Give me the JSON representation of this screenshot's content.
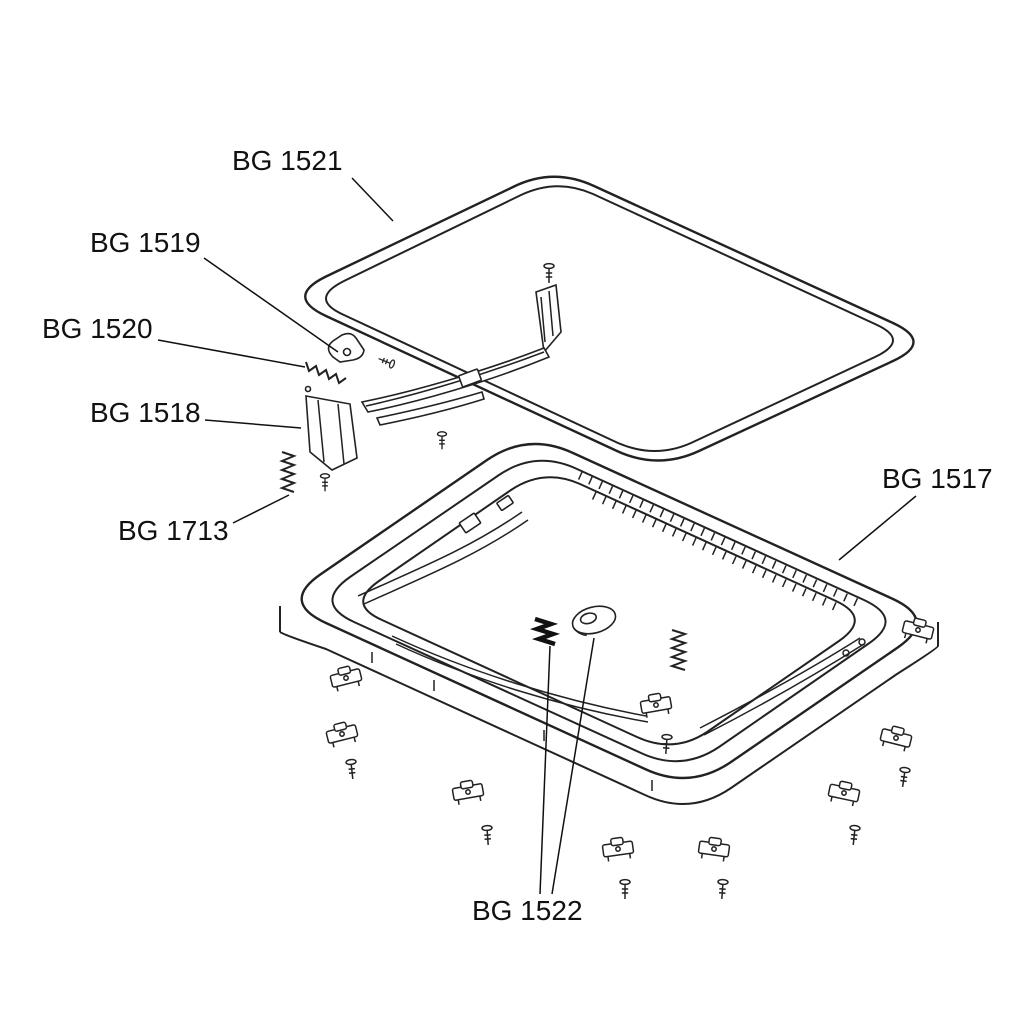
{
  "page": {
    "background": "#ffffff",
    "line_color": "#222222",
    "text_color": "#111111"
  },
  "diagram": {
    "type": "exploded-parts-diagram",
    "subject": "rooflight-window-assembly",
    "parts": [
      {
        "id": "bg1521",
        "label": "BG 1521"
      },
      {
        "id": "bg1519",
        "label": "BG 1519"
      },
      {
        "id": "bg1520",
        "label": "BG 1520"
      },
      {
        "id": "bg1518",
        "label": "BG 1518"
      },
      {
        "id": "bg1713",
        "label": "BG 1713"
      },
      {
        "id": "bg1517",
        "label": "BG 1517"
      },
      {
        "id": "bg1522",
        "label": "BG 1522"
      }
    ]
  }
}
